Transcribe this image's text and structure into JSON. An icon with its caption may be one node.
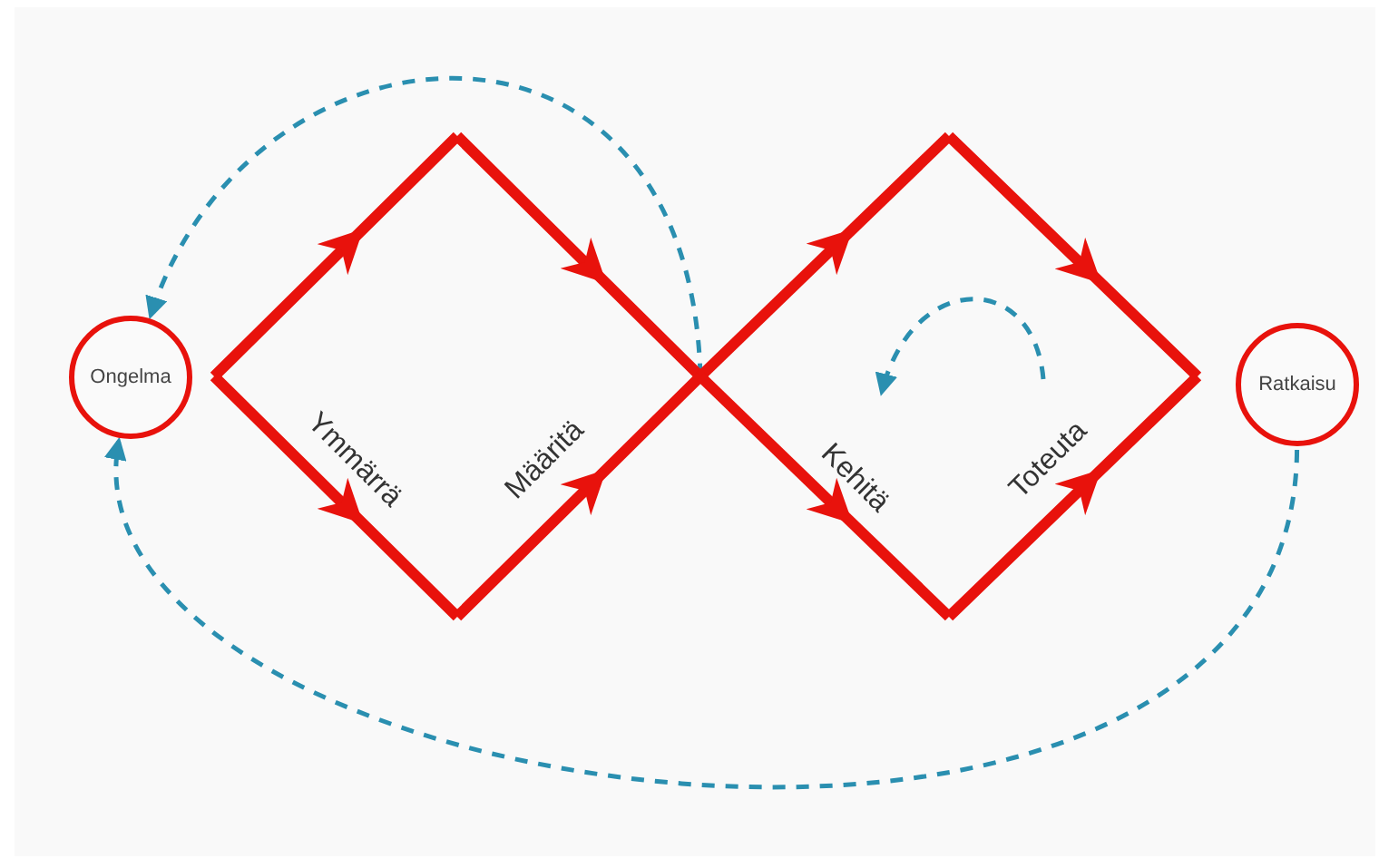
{
  "diagram": {
    "nodes": [
      {
        "text": [
          "Ongelma"
        ]
      },
      {
        "text": [
          "Ratkaisu"
        ]
      },
      {
        "text": [],
        "shape": "diamond"
      },
      {
        "text": [],
        "shape": "diamond"
      }
    ],
    "edges": [
      {
        "from": 2,
        "to": 0,
        "arrow": "to",
        "style": "dashed"
      },
      {
        "from": 1,
        "to": 0,
        "arrow": "to",
        "style": "dashed"
      }
    ],
    "labels": [
      "Ymmärrä",
      "Määritä",
      "Kehitä",
      "Toteuta"
    ]
  }
}
